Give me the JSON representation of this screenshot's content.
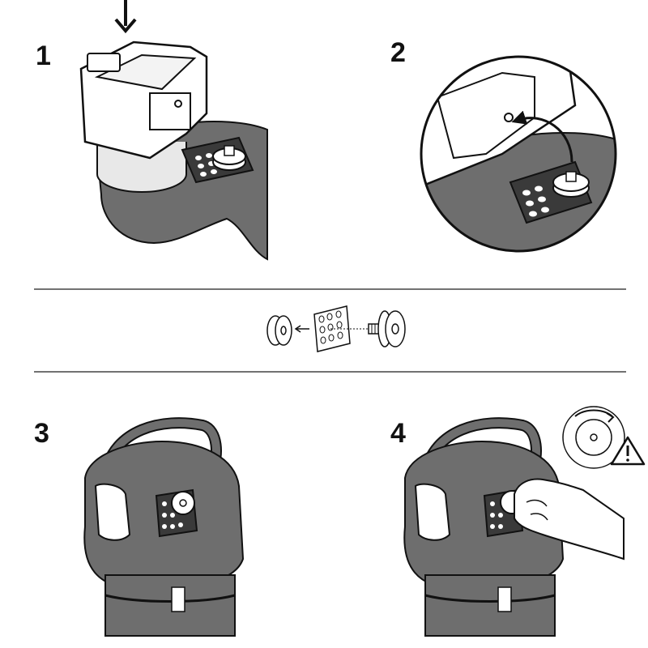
{
  "steps": [
    {
      "number": "1",
      "icons": [
        "down-arrow-icon",
        "camera",
        "tripod-mount-plate"
      ]
    },
    {
      "number": "2",
      "icons": [
        "magnifier-circle",
        "curved-arrow-icon",
        "mount-plate"
      ]
    },
    {
      "number": "3",
      "icons": [
        "camera-cover",
        "mount-plate",
        "screw-knob"
      ]
    },
    {
      "number": "4",
      "icons": [
        "hand",
        "rotate-arrow-icon",
        "warning-triangle-icon"
      ]
    }
  ],
  "parts_diagram": {
    "icons": [
      "washer",
      "left-arrow-icon",
      "mount-plate",
      "thumb-screw"
    ]
  },
  "colors": {
    "fabric": "#6e6e6e",
    "fabric_dark": "#5c5c5c",
    "line": "#111111",
    "divider": "#444444",
    "paper": "#ffffff"
  }
}
